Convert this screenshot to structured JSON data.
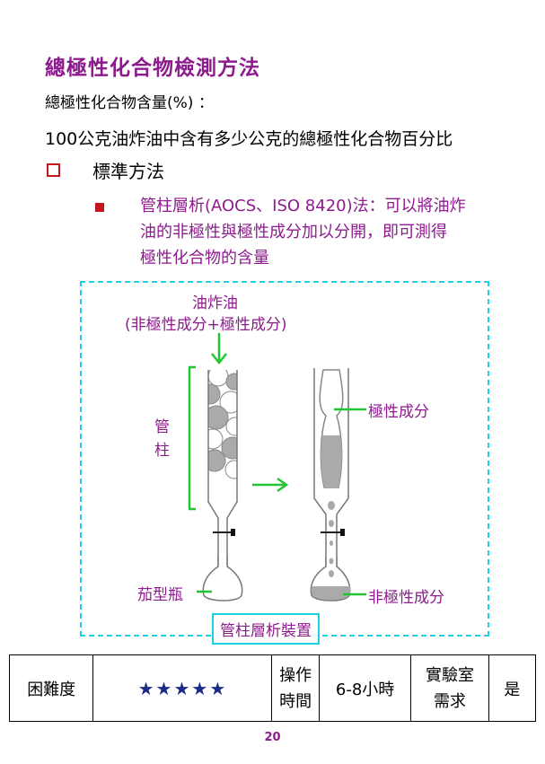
{
  "title": "總極性化合物檢測方法",
  "definition_label": "總極性化合物含量(%) ：",
  "definition_text": "100公克油炸油中含有多少公克的總極性化合物百分比",
  "section": {
    "heading": "標準方法"
  },
  "method": {
    "lines": [
      "管柱層析(AOCS、ISO  8420)法：可以將油炸",
      "油的非極性與極性成分加以分開，即可測得",
      "極性化合物的含量"
    ]
  },
  "diagram": {
    "input_label": "油炸油",
    "input_sub_label": "(非極性成分+極性成分)",
    "column_label_top": "管",
    "column_label_bottom": "柱",
    "flask_label": "茄型瓶",
    "polar_label": "極性成分",
    "nonpolar_label": "非極性成分",
    "caption": "管柱層析裝置",
    "colors": {
      "arrow": "#22c531",
      "border": "#1bd2e2",
      "text": "#8d1b8e"
    }
  },
  "info_table": {
    "difficulty_label": "困難度",
    "difficulty_rating": "★★★★★",
    "time_label_1": "操作",
    "time_label_2": "時間",
    "time_value": "6-8小時",
    "lab_label_1": "實驗室",
    "lab_label_2": "需求",
    "lab_value": "是"
  },
  "page_number": "20"
}
